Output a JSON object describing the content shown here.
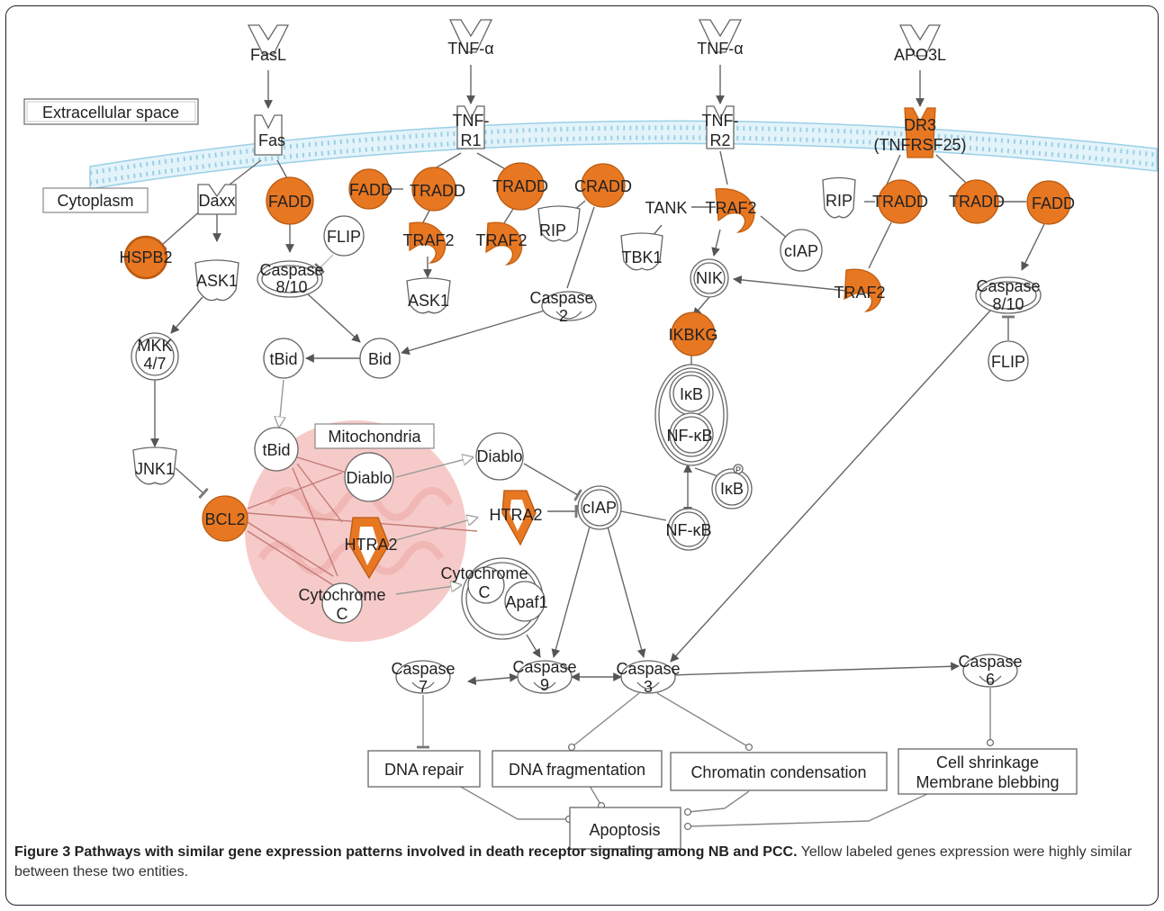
{
  "compartments": {
    "extracellular": "Extracellular space",
    "cytoplasm": "Cytoplasm",
    "mitochondria": "Mitochondria"
  },
  "colors": {
    "highlight": "#E87722",
    "membrane": "#BFE3F2",
    "mitochondria": "#F3B7B4",
    "stroke": "#555555"
  },
  "nodes": {
    "fasl": "FasL",
    "tnfa1": "TNF-α",
    "tnfa2": "TNF-α",
    "apo3l": "APO3L",
    "fas": "Fas",
    "tnfr1_a": "TNF-",
    "tnfr1_b": "R1",
    "tnfr2_a": "TNF-",
    "tnfr2_b": "R2",
    "dr3_a": "DR3",
    "dr3_b": "(TNFRSF25)",
    "daxx": "Daxx",
    "fadd1": "FADD",
    "fadd2": "FADD",
    "tradd1": "TRADD",
    "tradd2": "TRADD",
    "cradd": "CRADD",
    "tank": "TANK",
    "traf2_a": "TRAF2",
    "rip_dr3": "RIP",
    "tradd3": "TRADD",
    "tradd4": "TRADD",
    "fadd3": "FADD",
    "hspb2": "HSPB2",
    "flip1": "FLIP",
    "traf2_b": "TRAF2",
    "traf2_c": "TRAF2",
    "rip2": "RIP",
    "tbk1": "TBK1",
    "ciap1": "cIAP",
    "ask1_a": "ASK1",
    "casp810_a1": "Caspase",
    "casp810_a2": "8/10",
    "ask1_b": "ASK1",
    "casp2_a": "Caspase",
    "casp2_b": "2",
    "nik": "NIK",
    "traf2_d": "TRAF2",
    "casp810_b1": "Caspase",
    "casp810_b2": "8/10",
    "mkk_a": "MKK",
    "mkk_b": "4/7",
    "tbid1": "tBid",
    "bid": "Bid",
    "ikbkg": "IKBKG",
    "flip2": "FLIP",
    "ikb1": "IκB",
    "nfkb1": "NF-κB",
    "tbid2": "tBid",
    "diablo_out": "Diablo",
    "ikb_p": "IκB",
    "p_badge": "P",
    "jnk1": "JNK1",
    "diablo_in": "Diablo",
    "ciap2": "cIAP",
    "bcl2": "BCL2",
    "htra2_out": "HTRA2",
    "nfkb2": "NF-κB",
    "htra2_in": "HTRA2",
    "cytc_cx": "Cytochrome",
    "cytc_cx_c": "C",
    "apaf1": "Apaf1",
    "cytc_a": "Cytochrome",
    "cytc_b": "C",
    "casp7_a": "Caspase",
    "casp7_b": "7",
    "casp9_a": "Caspase",
    "casp9_b": "9",
    "casp3_a": "Caspase",
    "casp3_b": "3",
    "casp6_a": "Caspase",
    "casp6_b": "6"
  },
  "outcomes": {
    "dna_repair": "DNA repair",
    "dna_frag": "DNA fragmentation",
    "chromatin": "Chromatin condensation",
    "shrink_1": "Cell shrinkage",
    "shrink_2": "Membrane blebbing",
    "apoptosis": "Apoptosis"
  },
  "caption": {
    "title": "Figure 3 Pathways with similar gene expression patterns involved in death receptor signaling among NB and PCC.",
    "text": "Yellow labeled genes expression were highly similar between these two entities."
  }
}
